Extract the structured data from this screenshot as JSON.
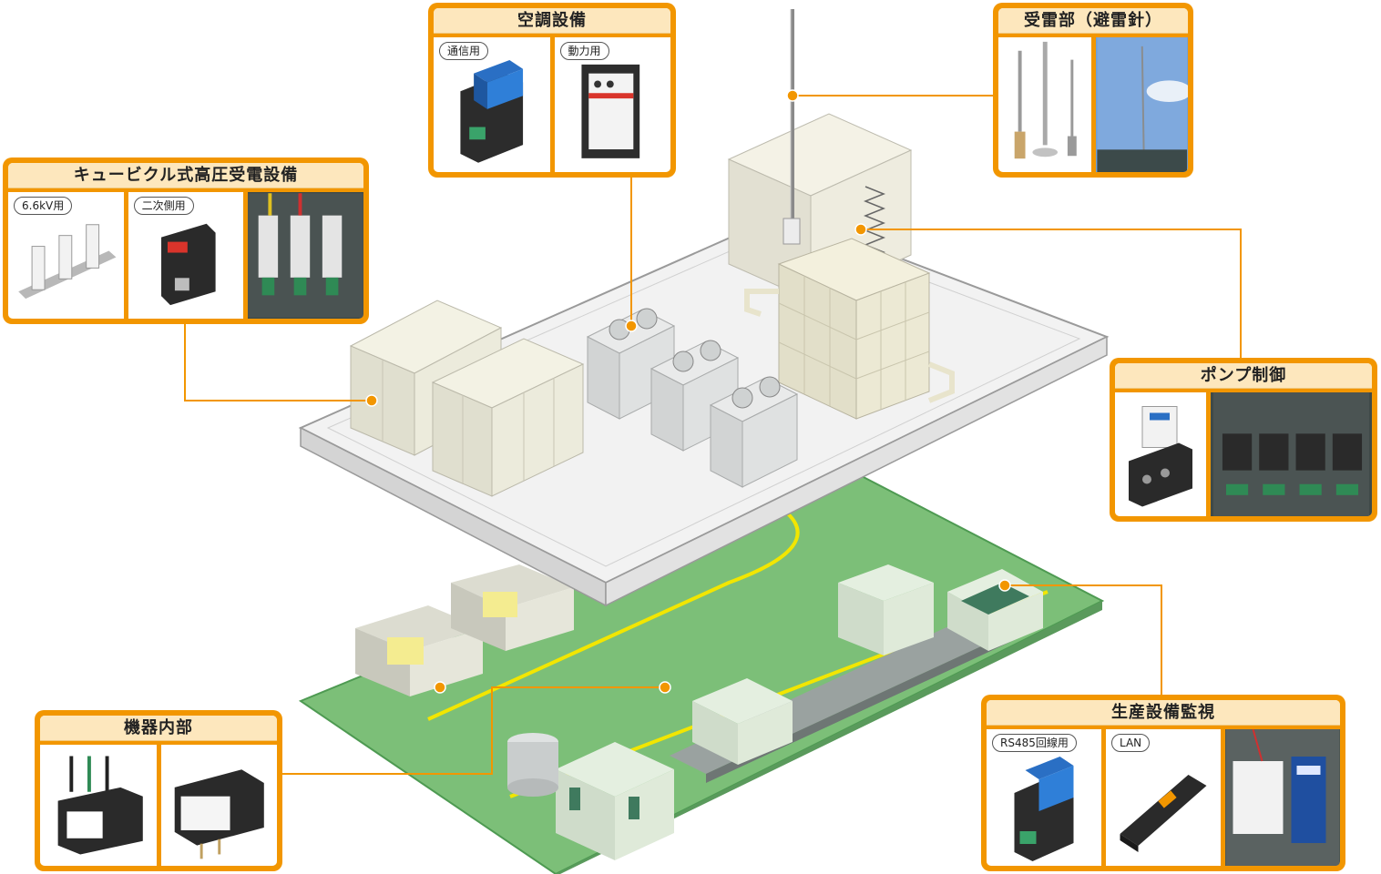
{
  "callouts": {
    "air_conditioning": {
      "title": "空調設備",
      "products": [
        {
          "tag": "通信用"
        },
        {
          "tag": "動力用"
        }
      ]
    },
    "lightning_receiver": {
      "title": "受雷部（避雷針）"
    },
    "cubicle": {
      "title": "キュービクル式高圧受電設備",
      "products": [
        {
          "tag": "6.6kV用"
        },
        {
          "tag": "二次側用"
        }
      ]
    },
    "pump_control": {
      "title": "ポンプ制御"
    },
    "equipment_internal": {
      "title": "機器内部"
    },
    "production_monitoring": {
      "title": "生産設備監視",
      "products": [
        {
          "tag": "RS485回線用"
        },
        {
          "tag": "LAN"
        }
      ]
    }
  },
  "colors": {
    "callout_frame": "#f29600",
    "callout_title_bg": "#fde7bd",
    "connector_line": "#f29600",
    "factory_floor": "#7cbf78",
    "roof_slab": "#eeeeee",
    "floor_lane": "#f2e600"
  }
}
